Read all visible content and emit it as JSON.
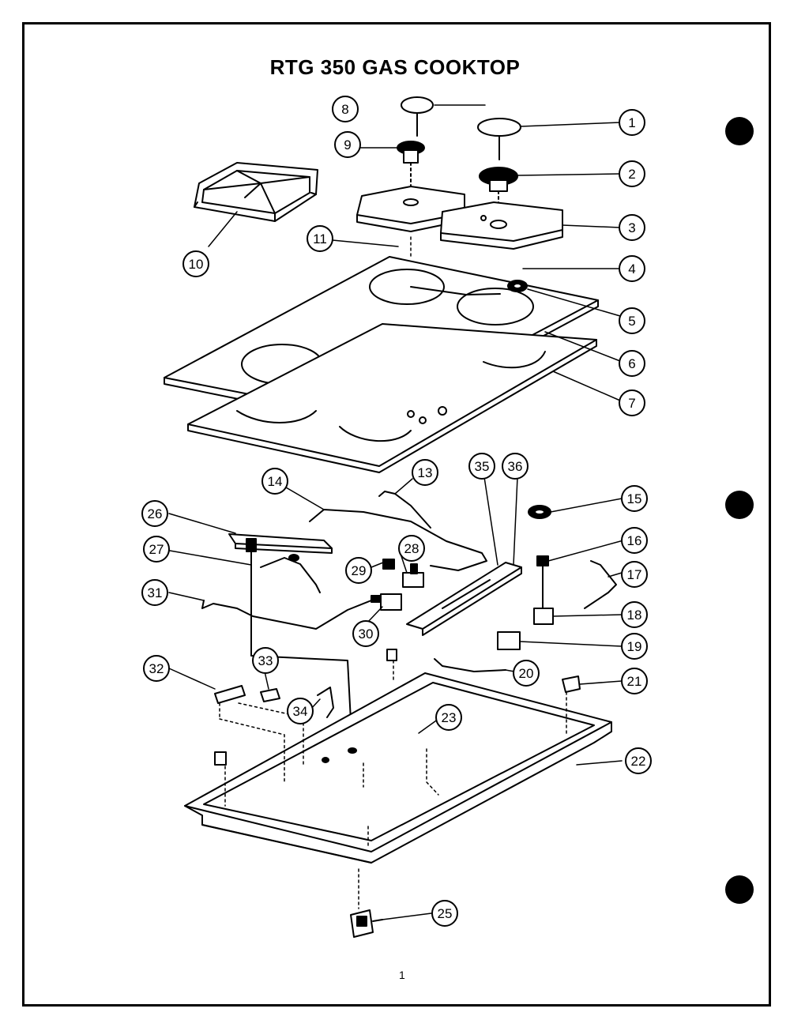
{
  "title": "RTG 350 GAS COOKTOP",
  "page_number": "1",
  "callouts": [
    "1",
    "2",
    "3",
    "4",
    "5",
    "6",
    "7",
    "8",
    "9",
    "10",
    "11",
    "13",
    "14",
    "15",
    "16",
    "17",
    "18",
    "19",
    "20",
    "21",
    "22",
    "23",
    "25",
    "26",
    "27",
    "28",
    "29",
    "30",
    "31",
    "32",
    "33",
    "34",
    "35",
    "36"
  ]
}
